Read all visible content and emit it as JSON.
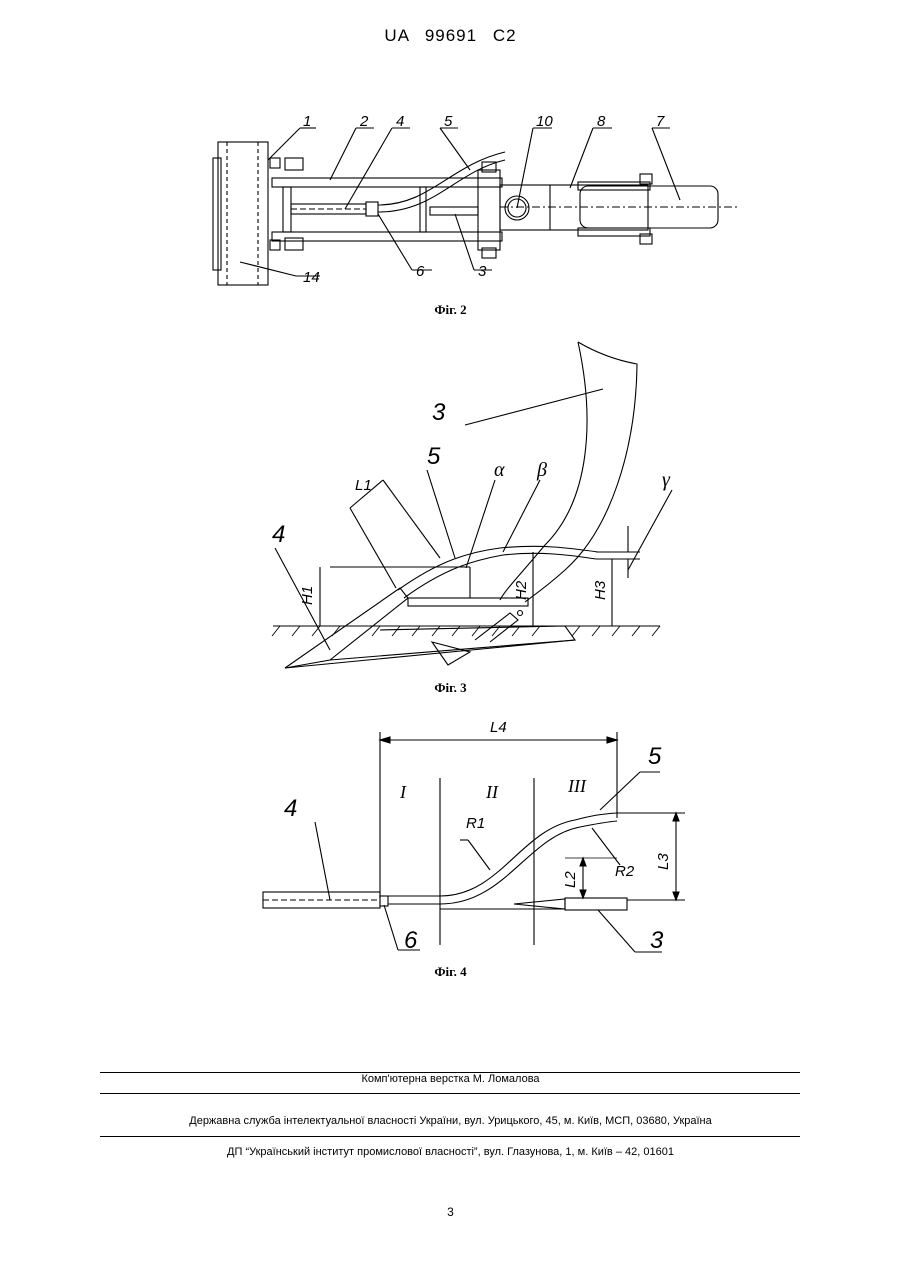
{
  "header": {
    "patent_number": "UA   99691   C2"
  },
  "figures": [
    {
      "caption": "Фіг. 2",
      "labels": [
        "1",
        "2",
        "4",
        "5",
        "10",
        "8",
        "7",
        "6",
        "3",
        "14"
      ]
    },
    {
      "caption": "Фіг. 3",
      "labels": [
        "3",
        "5",
        "L1",
        "α",
        "β",
        "γ",
        "4",
        "H1",
        "H2",
        "H3"
      ]
    },
    {
      "caption": "Фіг. 4",
      "labels": [
        "L4",
        "5",
        "I",
        "II",
        "III",
        "R1",
        "R2",
        "L2",
        "L3",
        "4",
        "6",
        "3"
      ]
    }
  ],
  "footer": {
    "layout": "Комп'ютерна верстка М. Ломалова",
    "agency": "Державна служба інтелектуальної власності України, вул. Урицького, 45, м. Київ, МСП, 03680, Україна",
    "institute": "ДП “Український інститут промислової власності”, вул. Глазунова, 1, м. Київ – 42, 01601"
  },
  "page_number": "3"
}
